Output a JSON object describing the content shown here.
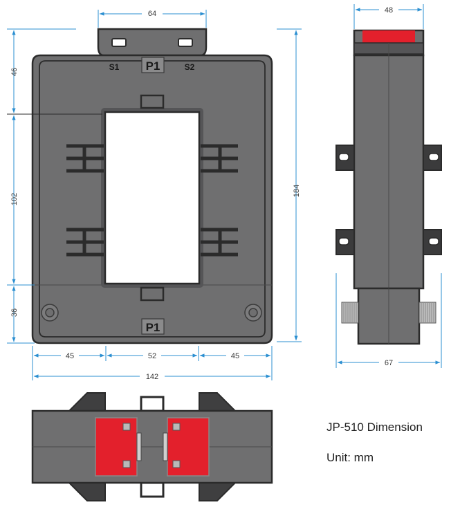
{
  "title": "JP-510 Dimension",
  "unit": "Unit: mm",
  "colors": {
    "body": "#6f6f70",
    "outline": "#2b2b2b",
    "window": "#ffffff",
    "clip": "#e3202c",
    "dimension_line": "#2b8fd1"
  },
  "front_view": {
    "dims": {
      "top_width": "64",
      "left_top": "46",
      "left_middle": "102",
      "left_bottom": "36",
      "right_height": "184",
      "bottom_left": "45",
      "bottom_middle": "52",
      "bottom_right": "45",
      "overall_width": "142"
    },
    "labels": {
      "s1": "S1",
      "p1_top": "P1",
      "s2": "S2",
      "p1_bottom": "P1"
    }
  },
  "side_view": {
    "dims": {
      "top_width": "48",
      "bottom_width": "67"
    }
  }
}
